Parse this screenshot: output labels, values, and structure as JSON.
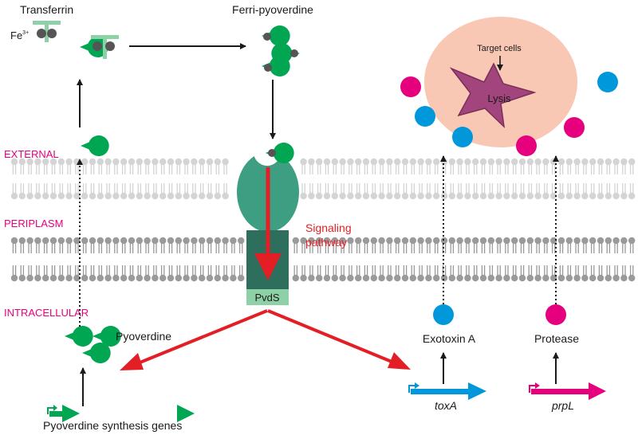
{
  "labels": {
    "transferrin": "Transferrin",
    "fe_base": "Fe",
    "fe_charge": "3+",
    "ferri_pyoverdine": "Ferri-pyoverdine",
    "external": "EXTERNAL",
    "periplasm": "PERIPLASM",
    "intracellular": "INTRACELLULAR",
    "signaling_line1": "Signaling",
    "signaling_line2": "pathway",
    "pvds": "PvdS",
    "pyoverdine": "Pyoverdine",
    "pyoverdine_genes": "Pyoverdine synthesis genes",
    "exotoxin": "Exotoxin A",
    "protease": "Protease",
    "toxa": "toxA",
    "prpl": "prpL",
    "target_cells": "Target cells",
    "lysis": "Lysis"
  },
  "colors": {
    "compartment_label": "#e6007e",
    "signaling_red": "#e31e24",
    "pyoverdine_green": "#00a651",
    "transferrin_green": "#8fd1a6",
    "iron_grey": "#555555",
    "receptor_teal": "#3d9e82",
    "pvds_box": "#8fd1a6",
    "pvds_dark": "#2d6e5c",
    "membrane_outer": "#d4d4d4",
    "membrane_inner": "#9a9a9a",
    "exotoxin_blue": "#0098db",
    "protease_magenta": "#e6007e",
    "target_cell_fill": "#f9c8b4",
    "lysis_star": "#a2457c"
  }
}
